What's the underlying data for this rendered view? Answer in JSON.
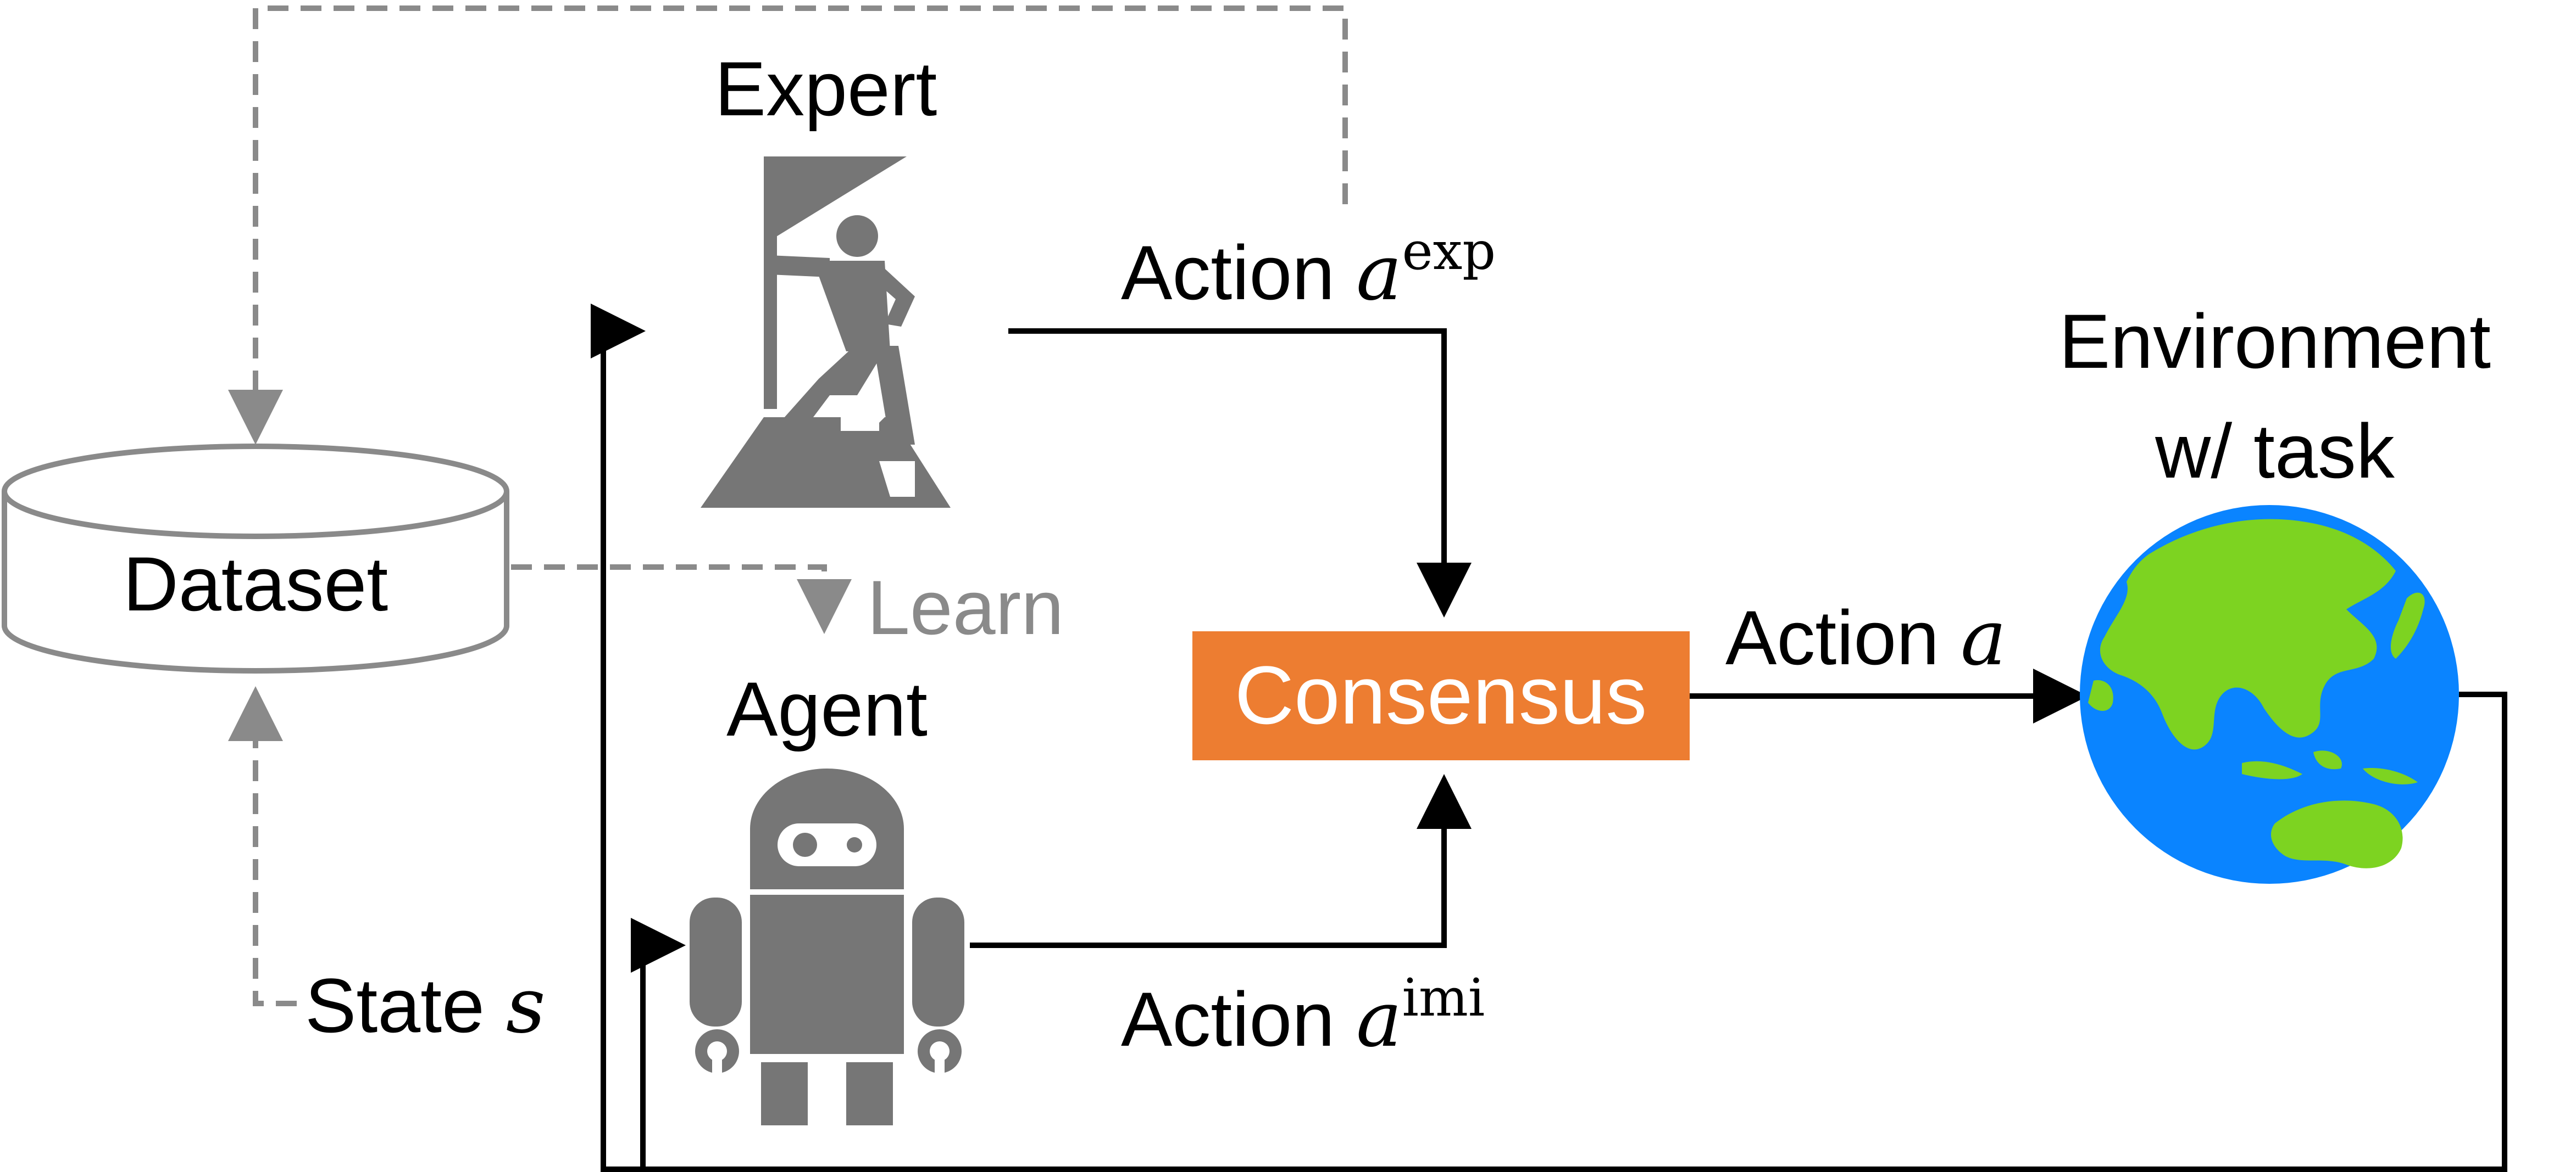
{
  "nodes": {
    "dataset": {
      "label": "Dataset"
    },
    "expert": {
      "label": "Expert"
    },
    "agent": {
      "label": "Agent"
    },
    "consensus": {
      "label": "Consensus"
    },
    "environment": {
      "line1": "Environment",
      "line2": "w/ task"
    }
  },
  "edges": {
    "expert_action": {
      "text": "Action ",
      "var": "a",
      "sup": "exp"
    },
    "agent_action": {
      "text": "Action ",
      "var": "a",
      "sup": "imi"
    },
    "consensus_action": {
      "text": "Action ",
      "var": "a"
    },
    "state": {
      "text": "State ",
      "var": "s"
    },
    "learn": {
      "text": "Learn"
    }
  },
  "colors": {
    "consensus_fill": "#ED7D31",
    "icon_gray": "#767676",
    "dashed_gray": "#8a8a8a",
    "globe_ocean": "#0A84FF",
    "globe_land": "#7DD321"
  },
  "icons": {
    "expert": "climber-flag-icon",
    "agent": "robot-icon",
    "environment": "globe-icon",
    "dataset": "database-cylinder-icon"
  }
}
